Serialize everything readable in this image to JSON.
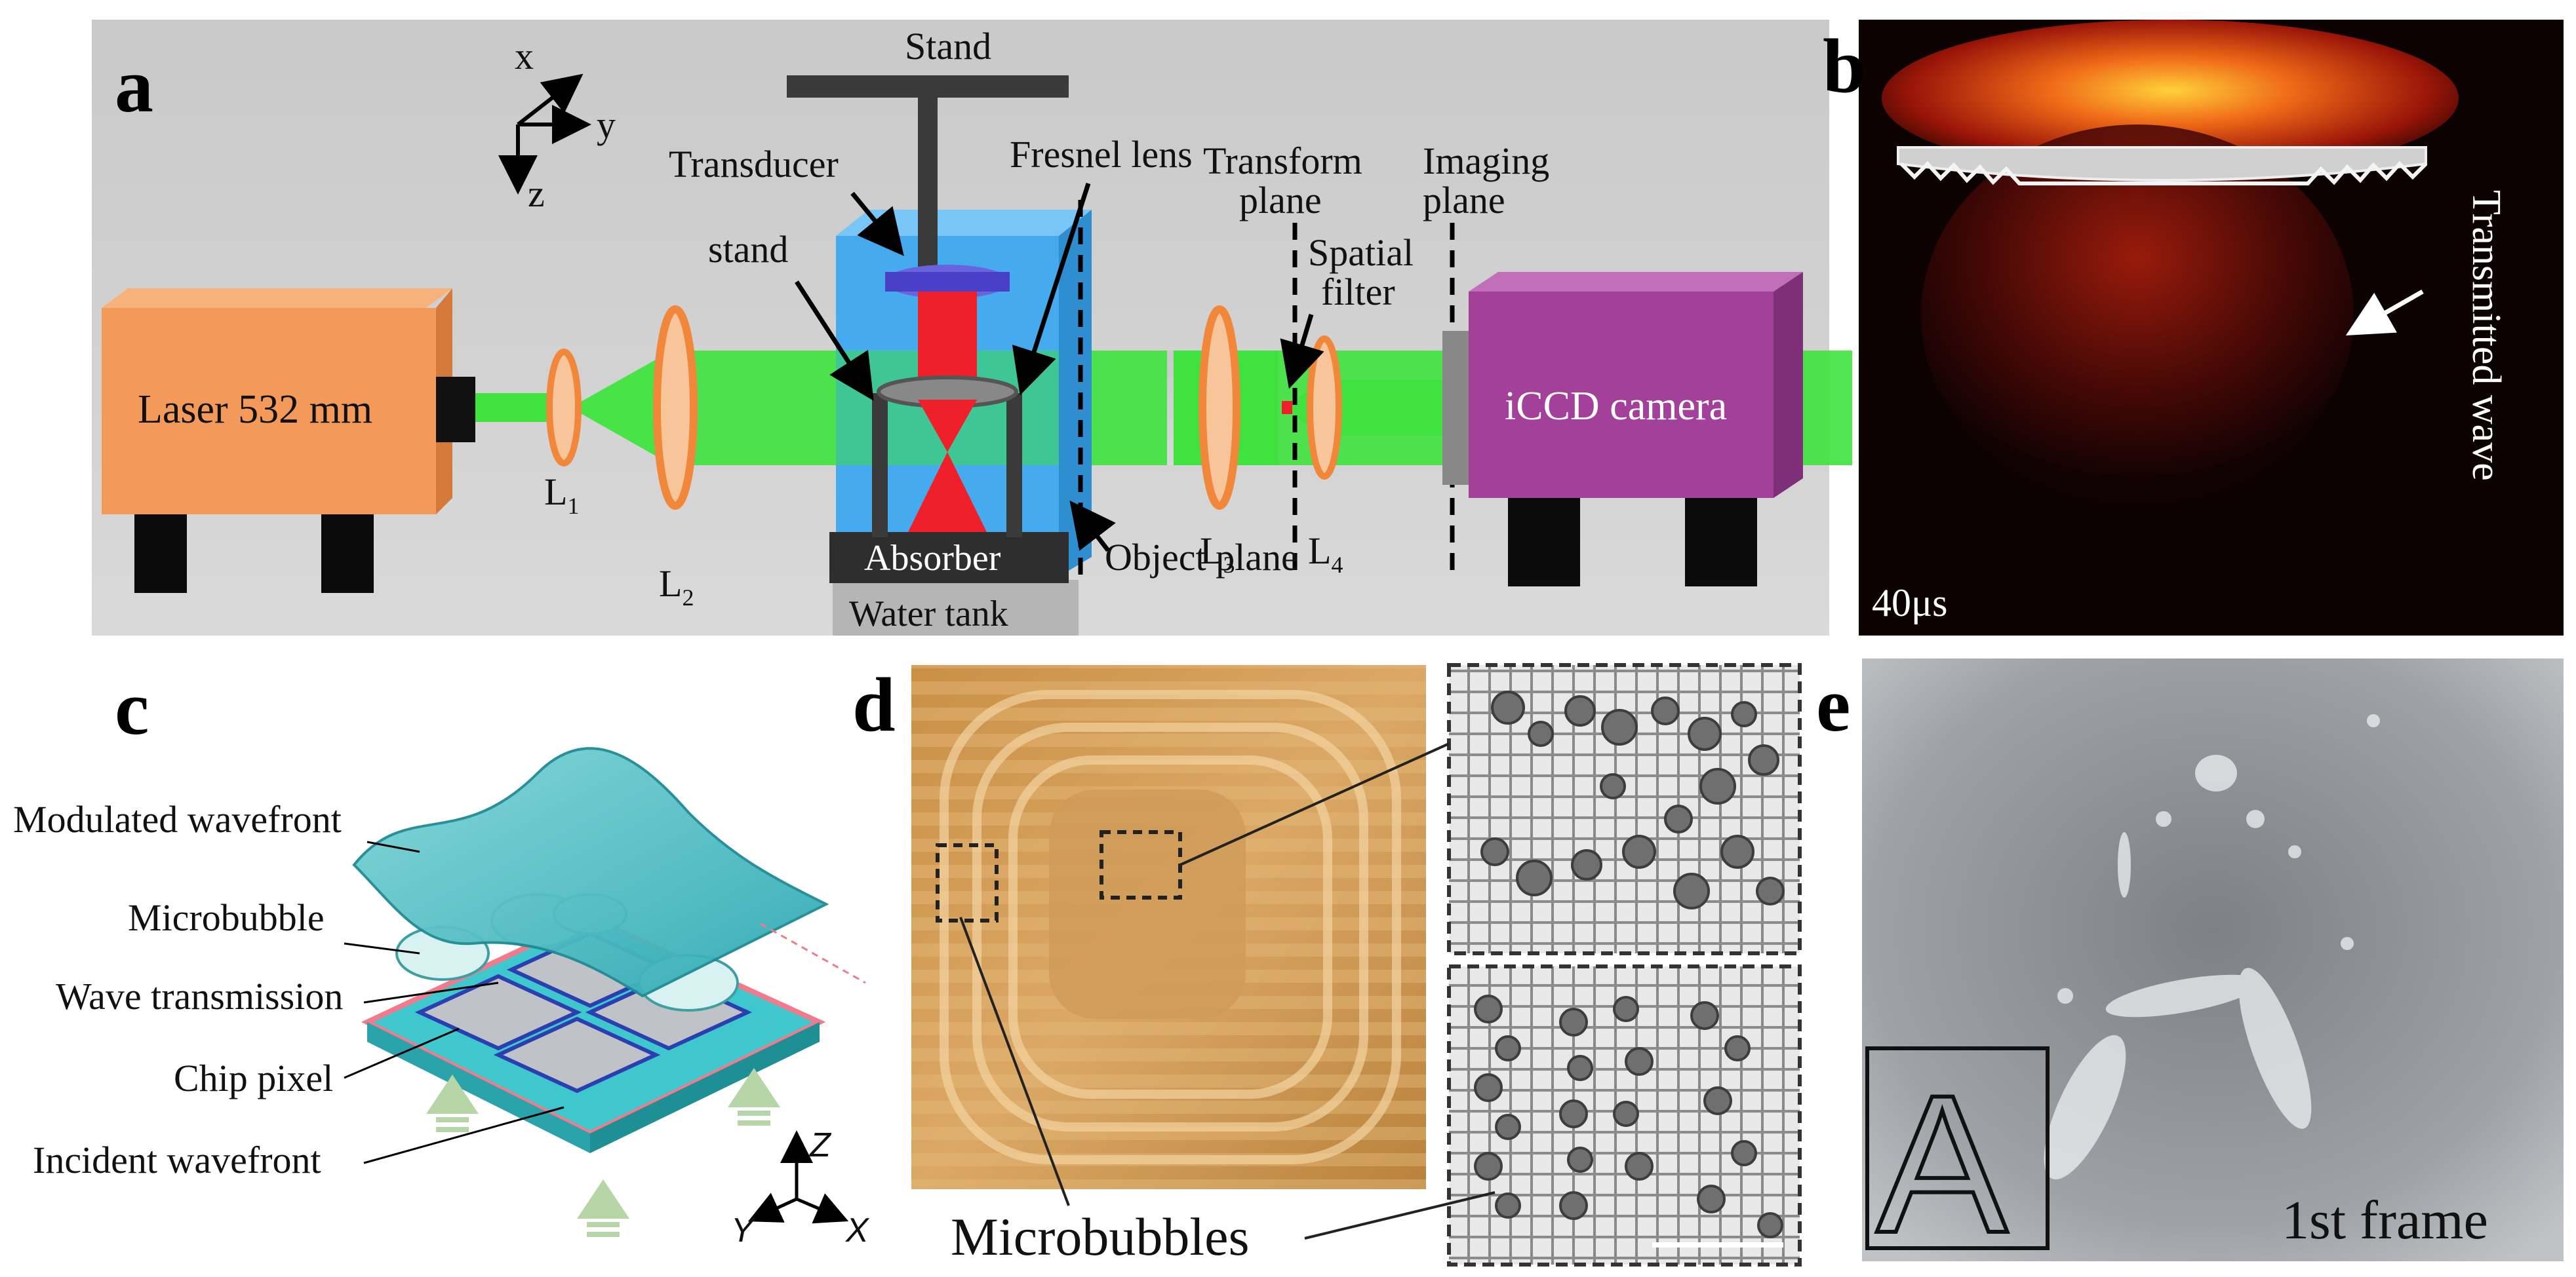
{
  "panels": {
    "a": {
      "letter": "a",
      "axes": {
        "x": "x",
        "y": "y",
        "z": "z"
      },
      "labels": {
        "stand_top": "Stand",
        "transducer": "Transducer",
        "fresnel": "Fresnel lens",
        "stand_inner": "stand",
        "transform_line1": "Transform",
        "transform_line2": "plane",
        "imaging_line1": "Imaging",
        "imaging_line2": "plane",
        "spatial_line1": "Spatial",
        "spatial_line2": "filter",
        "laser": "Laser  532 mm",
        "camera": "iCCD camera",
        "absorber": "Absorber",
        "object_plane": "Object plane",
        "water_tank": "Water tank",
        "lenses": {
          "l1": "L",
          "l1_sub": "1",
          "l2": "L",
          "l2_sub": "2",
          "l3": "L",
          "l3_sub": "3",
          "l4": "L",
          "l4_sub": "4"
        }
      },
      "colors": {
        "laser": "#f39a5a",
        "camera": "#a2409a",
        "beam": "#3fe23f",
        "tank": "#3aa7f0",
        "lens": "#f28a3c",
        "focus": "#f0202a",
        "transducer": "#4a40c8"
      }
    },
    "b": {
      "letter": "b",
      "time": "40μs",
      "annotation": "Transmitted wave"
    },
    "c": {
      "letter": "c",
      "labels": [
        "Modulated wavefront",
        "Microbubble",
        "Wave transmission",
        "Chip pixel",
        "Incident wavefront"
      ],
      "axes": {
        "z": "Z",
        "y": "Y",
        "x": "X"
      }
    },
    "d": {
      "letter": "d",
      "caption": "Microbubbles"
    },
    "e": {
      "letter": "e",
      "inset_letter": "A",
      "frame": "1st frame"
    }
  }
}
